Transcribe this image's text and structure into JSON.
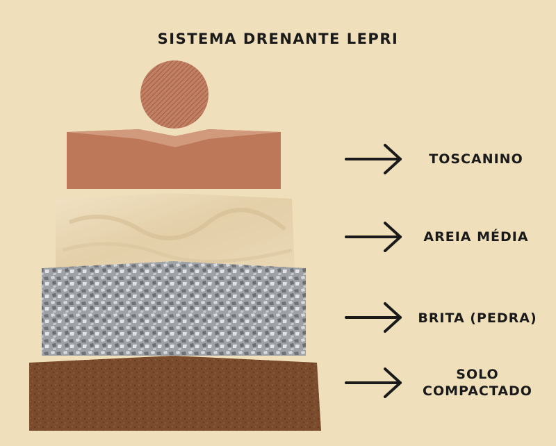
{
  "title": "SISTEMA DRENANTE LEPRI",
  "layers": [
    {
      "label": "TOSCANINO",
      "color": "#bf7a5c"
    },
    {
      "label": "AREIA MÉDIA",
      "color": "#e9d7b5"
    },
    {
      "label": "BRITA (PEDRA)",
      "color": "#a5a8ad"
    },
    {
      "label": "SOLO\nCOMPACTADO",
      "color": "#7a4b2d"
    }
  ],
  "icons": [
    "paver-sample-icon",
    "arrow-right-icon"
  ]
}
